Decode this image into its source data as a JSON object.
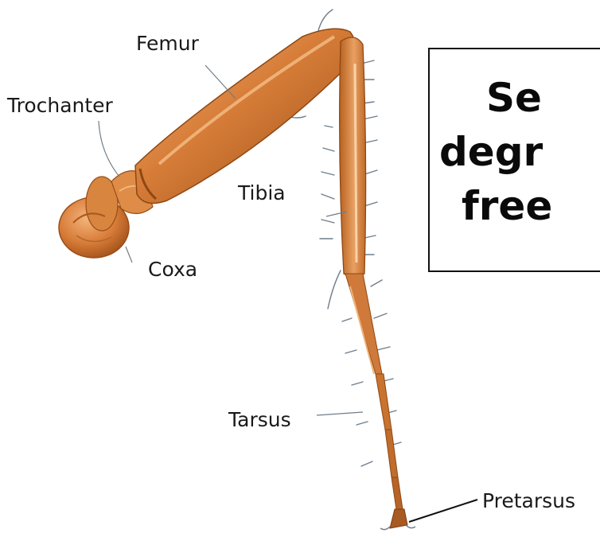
{
  "labels": {
    "femur": "Femur",
    "trochanter": "Trochanter",
    "tibia": "Tibia",
    "coxa": "Coxa",
    "tarsus": "Tarsus",
    "pretarsus": "Pretarsus"
  },
  "title_box": {
    "line1": "Se",
    "line2": "degr",
    "line3": "free"
  },
  "colors": {
    "segment_fill": "#d27a36",
    "segment_light": "#f3b073",
    "segment_dark": "#8e4814",
    "bristle": "#6f7d8a"
  }
}
